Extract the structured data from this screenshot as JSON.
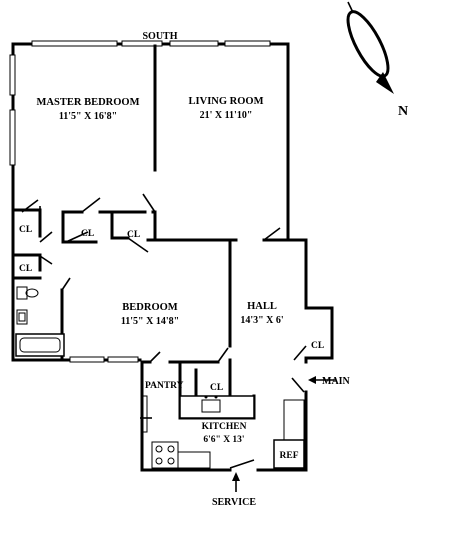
{
  "compass": {
    "label": "N"
  },
  "edge_label": "SOUTH",
  "rooms": [
    {
      "id": "master-bedroom",
      "name": "MASTER BEDROOM",
      "size": "11'5\" X 16'8\""
    },
    {
      "id": "living-room",
      "name": "LIVING ROOM",
      "size": "21' X 11'10\""
    },
    {
      "id": "bedroom",
      "name": "BEDROOM",
      "size": "11'5\" X 14'8\""
    },
    {
      "id": "hall",
      "name": "HALL",
      "size": "14'3\" X 6'"
    },
    {
      "id": "kitchen",
      "name": "KITCHEN",
      "size": "6'6\" X 13'"
    },
    {
      "id": "pantry",
      "name": "PANTRY"
    }
  ],
  "closet_label": "CL",
  "fixtures": {
    "refrigerator": "REF"
  },
  "entrances": {
    "main": "MAIN",
    "service": "SERVICE"
  }
}
